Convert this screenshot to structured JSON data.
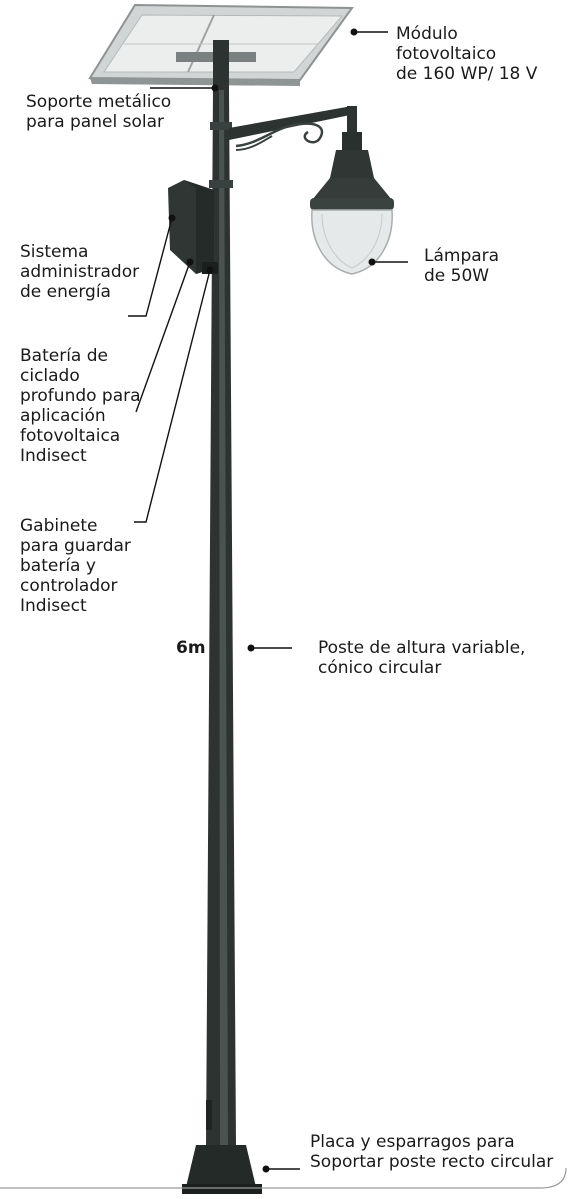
{
  "labels": {
    "module": [
      "Módulo",
      "fotovoltaico",
      "de 160 WP/ 18 V"
    ],
    "support": [
      "Soporte metálico",
      "para panel solar"
    ],
    "admin": [
      "Sistema",
      "administrador",
      "de energía"
    ],
    "lamp": [
      "Lámpara",
      "de 50W"
    ],
    "battery": [
      "Batería de",
      "ciclado",
      "profundo para",
      "aplicación",
      "fotovoltaica",
      "Indisect"
    ],
    "cabinet": [
      "Gabinete",
      "para guardar",
      "batería y",
      "controlador",
      "Indisect"
    ],
    "height": "6m",
    "pole": [
      "Poste de altura variable,",
      "cónico circular"
    ],
    "base": [
      "Placa y esparragos para",
      "Soportar poste recto circular"
    ]
  },
  "colors": {
    "pole": "#2c3330",
    "panel_frame": "#c9cccc",
    "lamp_glass": "#e6e9ea",
    "text": "#1a1a1a",
    "line": "#111111"
  }
}
